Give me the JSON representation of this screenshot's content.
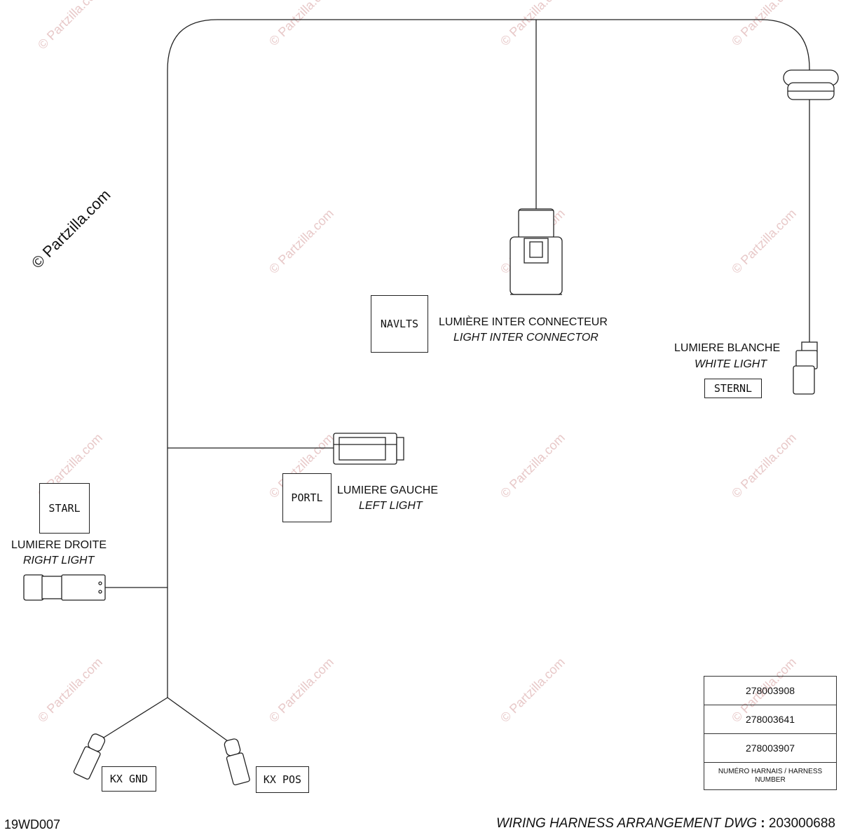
{
  "watermark": {
    "main": "© Partzilla.com",
    "tile": "© Partzilla.com"
  },
  "components": {
    "navlts": {
      "code": "NAVLTS",
      "label_fr": "LUMIÈRE INTER CONNECTEUR",
      "label_en": "LIGHT INTER CONNECTOR"
    },
    "sternl": {
      "code": "STERNL",
      "label_fr": "LUMIERE BLANCHE",
      "label_en": "WHITE LIGHT"
    },
    "portl": {
      "code": "PORTL",
      "label_fr": "LUMIERE GAUCHE",
      "label_en": "LEFT LIGHT"
    },
    "starl": {
      "code": "STARL",
      "label_fr": "LUMIERE DROITE",
      "label_en": "RIGHT LIGHT"
    },
    "kx_gnd": {
      "code": "KX GND"
    },
    "kx_pos": {
      "code": "KX POS"
    }
  },
  "harness_table": {
    "numbers": [
      "278003908",
      "278003641",
      "278003907"
    ],
    "footer": "NUMÉRO HARNAIS / HARNESS NUMBER"
  },
  "footer": {
    "drawing_id": "19WD007",
    "title": "WIRING HARNESS ARRANGEMENT DWG",
    "separator": ":",
    "number": "203000688"
  },
  "colors": {
    "line": "#222222",
    "watermark": "#e8c9c9",
    "connector_fill": "#ffffff"
  }
}
